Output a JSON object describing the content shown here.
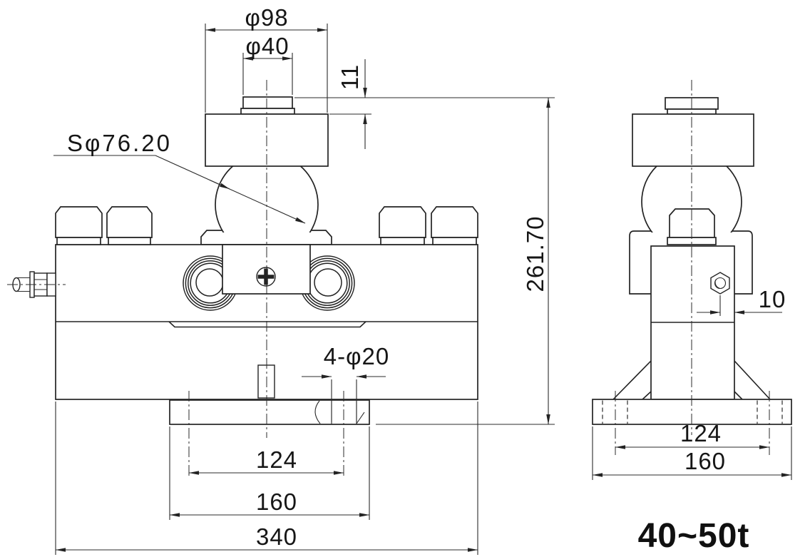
{
  "colors": {
    "background": "#ffffff",
    "line": "#232323",
    "text": "#161616"
  },
  "front_view": {
    "dim_top_plate_diameter": "φ98",
    "dim_load_button_diameter": "φ40",
    "dim_button_height": "11",
    "dim_sphere_diameter": "Sφ76.20",
    "dim_overall_height": "261.70",
    "dim_mounting_holes": "4-φ20",
    "dim_hole_spacing": "124",
    "dim_base_plate_width": "160",
    "dim_body_length": "340"
  },
  "side_view": {
    "dim_bolt_offset": "10",
    "dim_hole_spacing": "124",
    "dim_base_plate_width": "160"
  },
  "capacity_label": "40~50t"
}
